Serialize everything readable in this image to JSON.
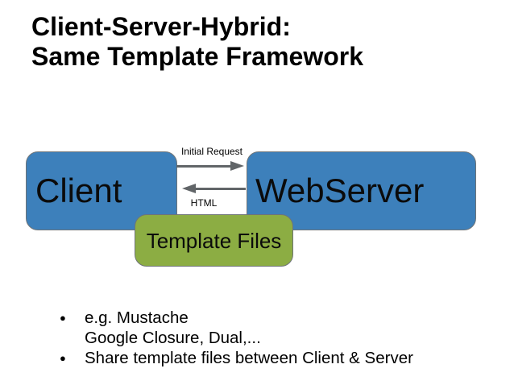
{
  "title": {
    "line1": "Client-Server-Hybrid:",
    "line2": "Same Template Framework"
  },
  "diagram": {
    "client_label": "Client",
    "webserver_label": "WebServer",
    "template_label": "Template Files",
    "request_arrow_label": "Initial Request",
    "response_arrow_label": "HTML",
    "colors": {
      "box_blue": "#3d80bb",
      "box_green": "#8cad43",
      "box_border": "#6f7477",
      "arrow_gray": "#616568",
      "text": "#000000",
      "background": "#ffffff"
    }
  },
  "list": {
    "bullet_char": "●",
    "items": [
      {
        "line1": "e.g. Mustache",
        "line2": "Google Closure, Dual,..."
      },
      {
        "line1": "Share template files between Client & Server"
      }
    ]
  }
}
